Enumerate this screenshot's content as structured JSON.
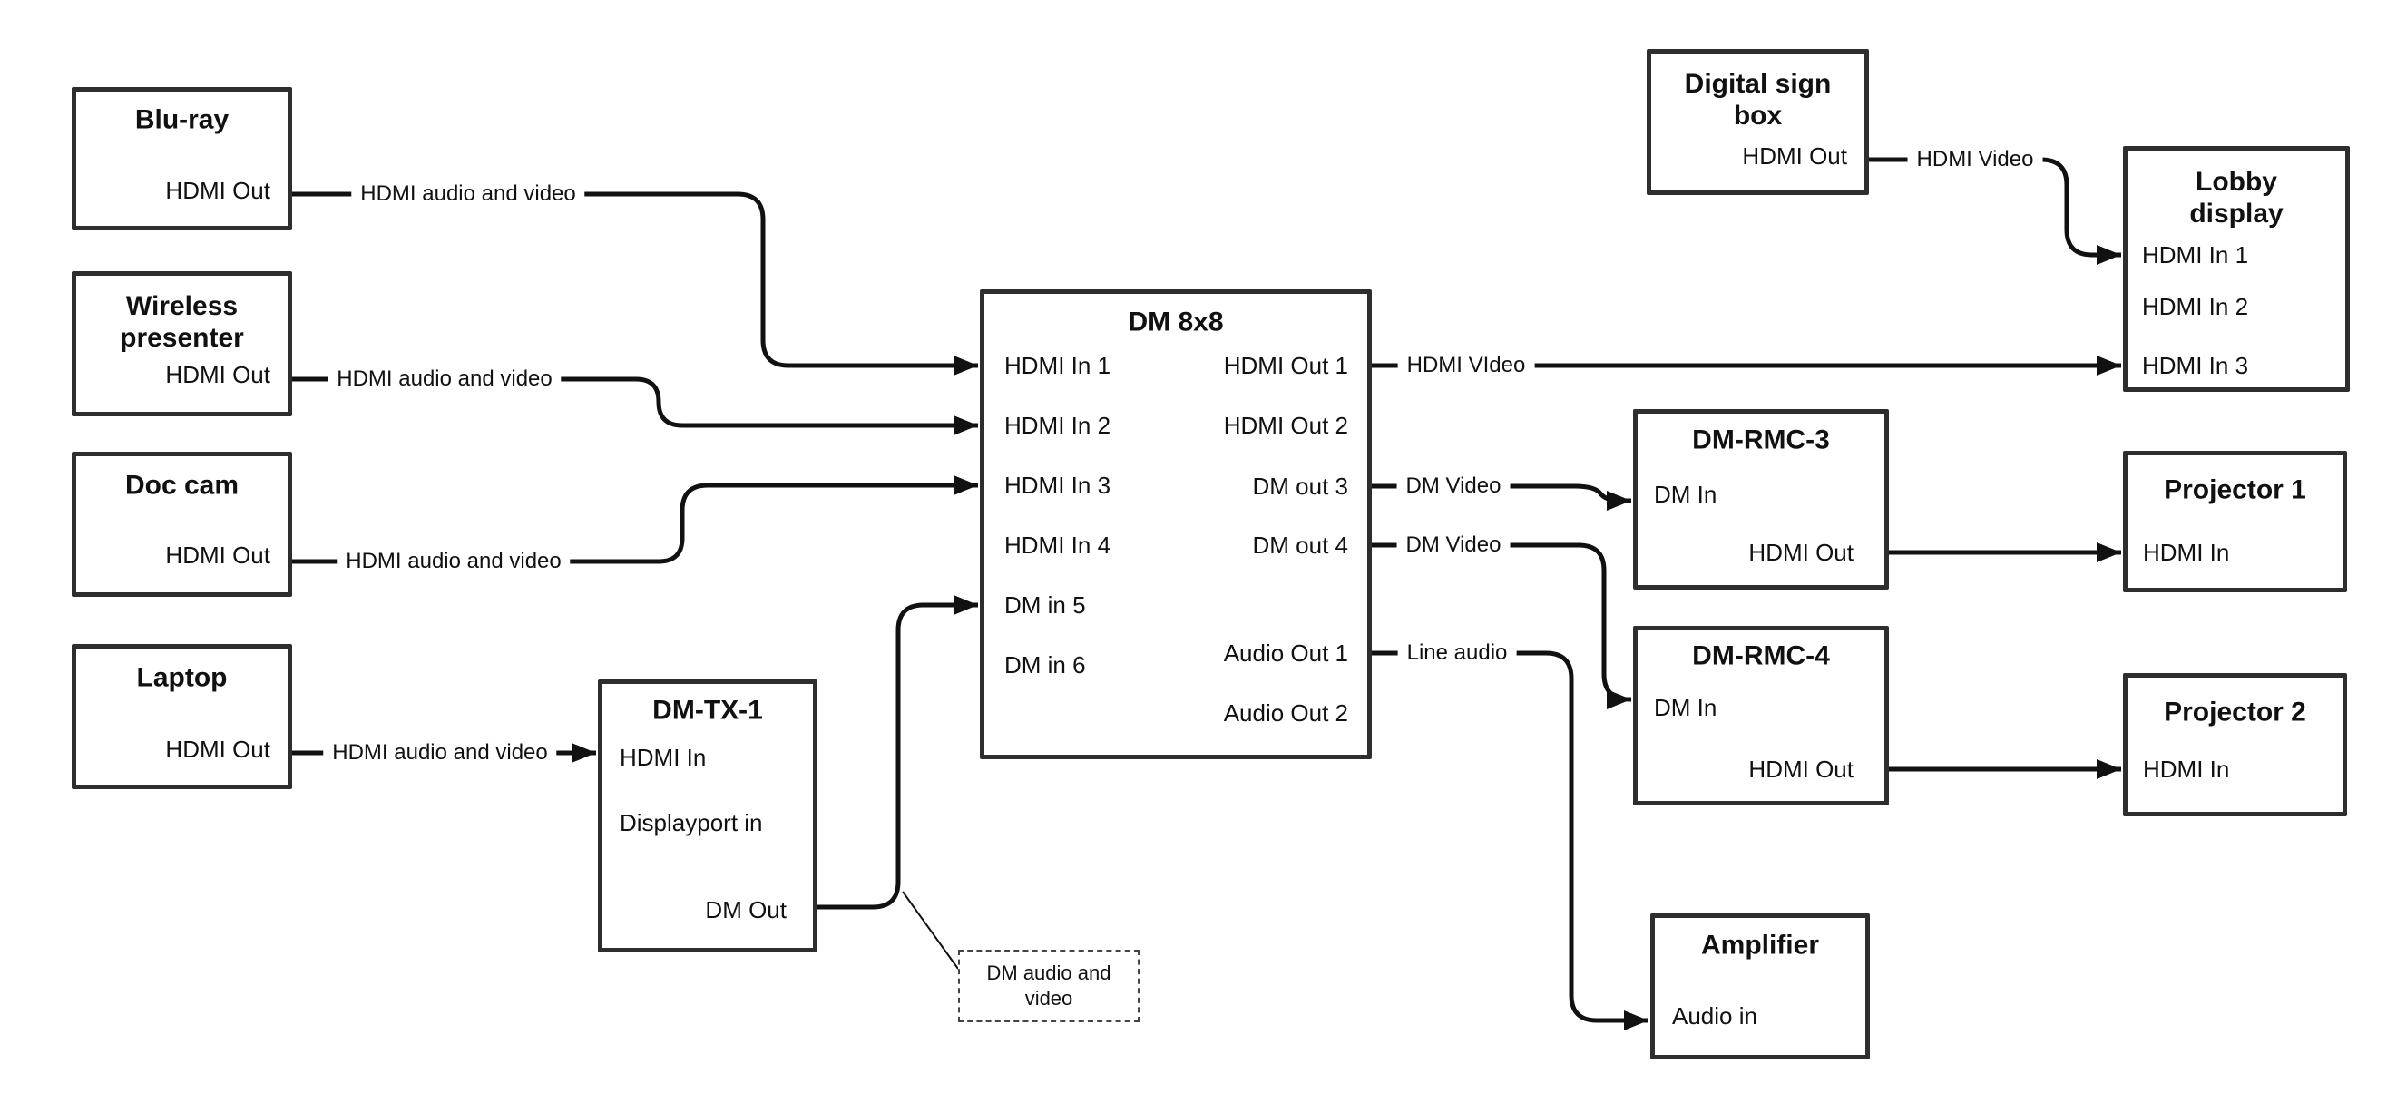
{
  "nodes": {
    "bluray": {
      "title": "Blu-ray",
      "ports": {
        "out": "HDMI Out"
      }
    },
    "wireless": {
      "title": "Wireless\npresenter",
      "ports": {
        "out": "HDMI Out"
      }
    },
    "doccam": {
      "title": "Doc cam",
      "ports": {
        "out": "HDMI Out"
      }
    },
    "laptop": {
      "title": "Laptop",
      "ports": {
        "out": "HDMI Out"
      }
    },
    "dmtx1": {
      "title": "DM-TX-1",
      "ports": {
        "hdmi_in": "HDMI In",
        "dp_in": "Displayport in",
        "dm_out": "DM Out"
      }
    },
    "dm8x8": {
      "title": "DM 8x8",
      "ports": {
        "in1": "HDMI In 1",
        "in2": "HDMI In 2",
        "in3": "HDMI In 3",
        "in4": "HDMI In 4",
        "in5": "DM in 5",
        "in6": "DM in 6",
        "out1": "HDMI Out 1",
        "out2": "HDMI Out 2",
        "out3": "DM out 3",
        "out4": "DM out 4",
        "aout1": "Audio Out 1",
        "aout2": "Audio Out 2"
      }
    },
    "sign": {
      "title": "Digital sign\nbox",
      "ports": {
        "out": "HDMI Out"
      }
    },
    "lobby": {
      "title": "Lobby\ndisplay",
      "ports": {
        "in1": "HDMI In 1",
        "in2": "HDMI In 2",
        "in3": "HDMI In 3"
      }
    },
    "rmc3": {
      "title": "DM-RMC-3",
      "ports": {
        "dm_in": "DM In",
        "hdmi_out": "HDMI Out"
      }
    },
    "proj1": {
      "title": "Projector 1",
      "ports": {
        "hdmi_in": "HDMI In"
      }
    },
    "rmc4": {
      "title": "DM-RMC-4",
      "ports": {
        "dm_in": "DM In",
        "hdmi_out": "HDMI Out"
      }
    },
    "proj2": {
      "title": "Projector 2",
      "ports": {
        "hdmi_in": "HDMI In"
      }
    },
    "amp": {
      "title": "Amplifier",
      "ports": {
        "in": "Audio in"
      }
    }
  },
  "wires": {
    "bluray_dm8x8": {
      "label": "HDMI audio and video"
    },
    "wireless_dm8x8": {
      "label": "HDMI audio and video"
    },
    "doccam_dm8x8": {
      "label": "HDMI audio and video"
    },
    "laptop_dmtx1": {
      "label": "HDMI audio and video"
    },
    "dm8x8_lobby": {
      "label": "HDMI VIdeo"
    },
    "dm8x8_rmc3": {
      "label": "DM Video"
    },
    "dm8x8_rmc4": {
      "label": "DM Video"
    },
    "dm8x8_amp": {
      "label": "Line audio"
    },
    "sign_lobby": {
      "label": "HDMI Video"
    }
  },
  "annotation": {
    "text": "DM audio and\nvideo"
  },
  "colors": {
    "background": "#ffffff",
    "wire": "#111111",
    "box_border": "#2e2e2e",
    "text": "#111111"
  }
}
